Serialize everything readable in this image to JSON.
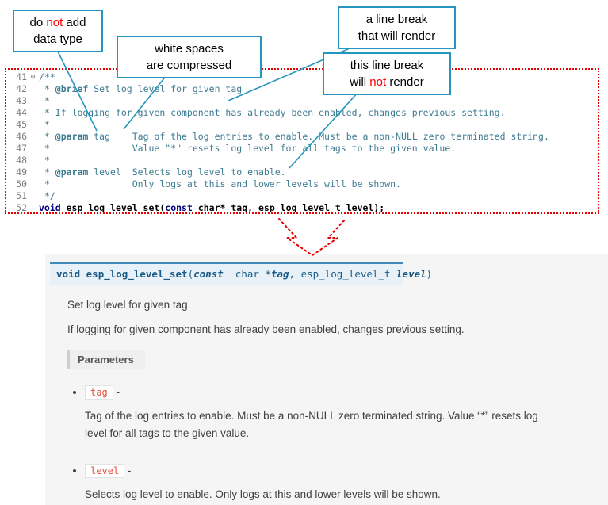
{
  "colors": {
    "callout_border": "#2796BE",
    "dotted_outline_red": "#E20000",
    "comment_teal": "#3D7B91",
    "keyword_navy": "#00007F",
    "signature_text": "#1A5A86",
    "signature_border": "#3E8BB8",
    "signature_bg": "#E8F1F8",
    "literal_red": "#E74C3C",
    "panel_bg": "#F5F5F5",
    "highlight_red": "#FF0000"
  },
  "callouts": [
    {
      "lines": [
        [
          {
            "t": "do "
          },
          {
            "t": "not",
            "c": "red"
          },
          {
            "t": " add"
          }
        ],
        [
          {
            "t": "data type"
          }
        ]
      ]
    },
    {
      "lines": [
        [
          {
            "t": "white spaces"
          }
        ],
        [
          {
            "t": "are compressed"
          }
        ]
      ]
    },
    {
      "lines": [
        [
          {
            "t": "a line break"
          }
        ],
        [
          {
            "t": "that will render"
          }
        ]
      ]
    },
    {
      "lines": [
        [
          {
            "t": "this line break"
          }
        ],
        [
          {
            "t": "will "
          },
          {
            "t": "not",
            "c": "red"
          },
          {
            "t": " render"
          }
        ]
      ]
    }
  ],
  "code": {
    "lines": [
      {
        "num": "41",
        "fold": "⊖",
        "segments": [
          {
            "t": "/**",
            "c": "comment"
          }
        ]
      },
      {
        "num": "42",
        "segments": [
          {
            "t": " * ",
            "c": "comment"
          },
          {
            "t": "@brief",
            "c": "tag"
          },
          {
            "t": " Set log level for given tag",
            "c": "comment"
          }
        ]
      },
      {
        "num": "43",
        "segments": [
          {
            "t": " *",
            "c": "comment"
          }
        ]
      },
      {
        "num": "44",
        "segments": [
          {
            "t": " * If logging for given component has already been enabled, changes previous setting.",
            "c": "comment"
          }
        ]
      },
      {
        "num": "45",
        "segments": [
          {
            "t": " *",
            "c": "comment"
          }
        ]
      },
      {
        "num": "46",
        "segments": [
          {
            "t": " * ",
            "c": "comment"
          },
          {
            "t": "@param",
            "c": "tag"
          },
          {
            "t": " tag    Tag of the log entries to enable. Must be a non-NULL zero terminated string.",
            "c": "comment"
          }
        ]
      },
      {
        "num": "47",
        "segments": [
          {
            "t": " *               Value \"*\" resets log level for all tags to the given value.",
            "c": "comment"
          }
        ]
      },
      {
        "num": "48",
        "segments": [
          {
            "t": " *",
            "c": "comment"
          }
        ]
      },
      {
        "num": "49",
        "segments": [
          {
            "t": " * ",
            "c": "comment"
          },
          {
            "t": "@param",
            "c": "tag"
          },
          {
            "t": " level  Selects log level to enable.",
            "c": "comment"
          }
        ]
      },
      {
        "num": "50",
        "segments": [
          {
            "t": " *               Only logs at this and lower levels will be shown.",
            "c": "comment"
          }
        ]
      },
      {
        "num": "51",
        "segments": [
          {
            "t": " */",
            "c": "comment"
          }
        ]
      },
      {
        "num": "52",
        "segments": [
          {
            "t": "void",
            "c": "kw"
          },
          {
            "t": " esp_log_level_set(",
            "c": "plain"
          },
          {
            "t": "const",
            "c": "kw"
          },
          {
            "t": " char* tag, esp_log_level_t level);",
            "c": "plain"
          }
        ]
      }
    ]
  },
  "doc": {
    "signature": [
      {
        "t": "void",
        "c": "skw"
      },
      {
        "t": " "
      },
      {
        "t": "esp_log_level_set",
        "c": "sname"
      },
      {
        "t": "("
      },
      {
        "t": "const",
        "c": "skwi"
      },
      {
        "t": "  char *"
      },
      {
        "t": "tag",
        "c": "sparam"
      },
      {
        "t": ", "
      },
      {
        "t": "esp_log_level_t "
      },
      {
        "t": "level",
        "c": "sparam"
      },
      {
        "t": ")"
      }
    ],
    "para1": "Set log level for given tag.",
    "para2": "If logging for given component has already been enabled, changes previous setting.",
    "params_label": "Parameters",
    "params": [
      {
        "term": "tag",
        "sep": " -",
        "desc": "Tag of the log entries to enable. Must be a non-NULL zero terminated string. Value “*” resets log level for all tags to the given value."
      },
      {
        "term": "level",
        "sep": " -",
        "desc": "Selects log level to enable. Only logs at this and lower levels will be shown."
      }
    ]
  }
}
